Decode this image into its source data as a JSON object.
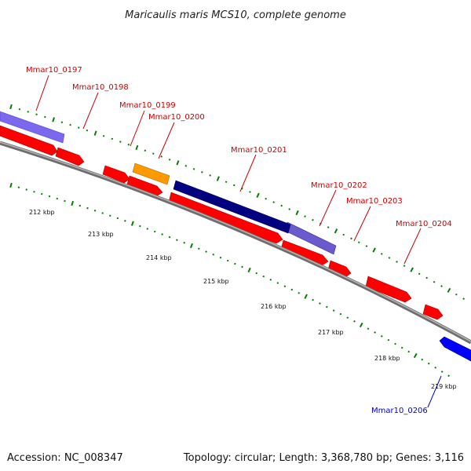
{
  "title": "Maricaulis maris MCS10, complete genome",
  "footer": {
    "accession": "Accession: NC_008347",
    "topology": "Topology: circular; Length: 3,368,780 bp; Genes: 3,116"
  },
  "colors": {
    "forward_cds": "#ff0000",
    "reverse_cds": "#0000ff",
    "orange_feature": "#ff9900",
    "navy_feature": "#000080",
    "lavender_feature": "#7b68ee",
    "backbone": "#808080",
    "ticks": "#008000",
    "label_red": "#cc0000",
    "label_blue": "#0000cc"
  },
  "tick_labels": [
    "212 kbp",
    "213 kbp",
    "214 kbp",
    "215 kbp",
    "216 kbp",
    "217 kbp",
    "218 kbp",
    "219 kbp"
  ],
  "gene_labels": [
    {
      "name": "Mmar10_0197",
      "strand": "forward"
    },
    {
      "name": "Mmar10_0198",
      "strand": "forward"
    },
    {
      "name": "Mmar10_0199",
      "strand": "forward"
    },
    {
      "name": "Mmar10_0200",
      "strand": "forward"
    },
    {
      "name": "Mmar10_0201",
      "strand": "forward"
    },
    {
      "name": "Mmar10_0202",
      "strand": "forward"
    },
    {
      "name": "Mmar10_0203",
      "strand": "forward"
    },
    {
      "name": "Mmar10_0204",
      "strand": "forward"
    },
    {
      "name": "Mmar10_0206",
      "strand": "reverse"
    }
  ]
}
